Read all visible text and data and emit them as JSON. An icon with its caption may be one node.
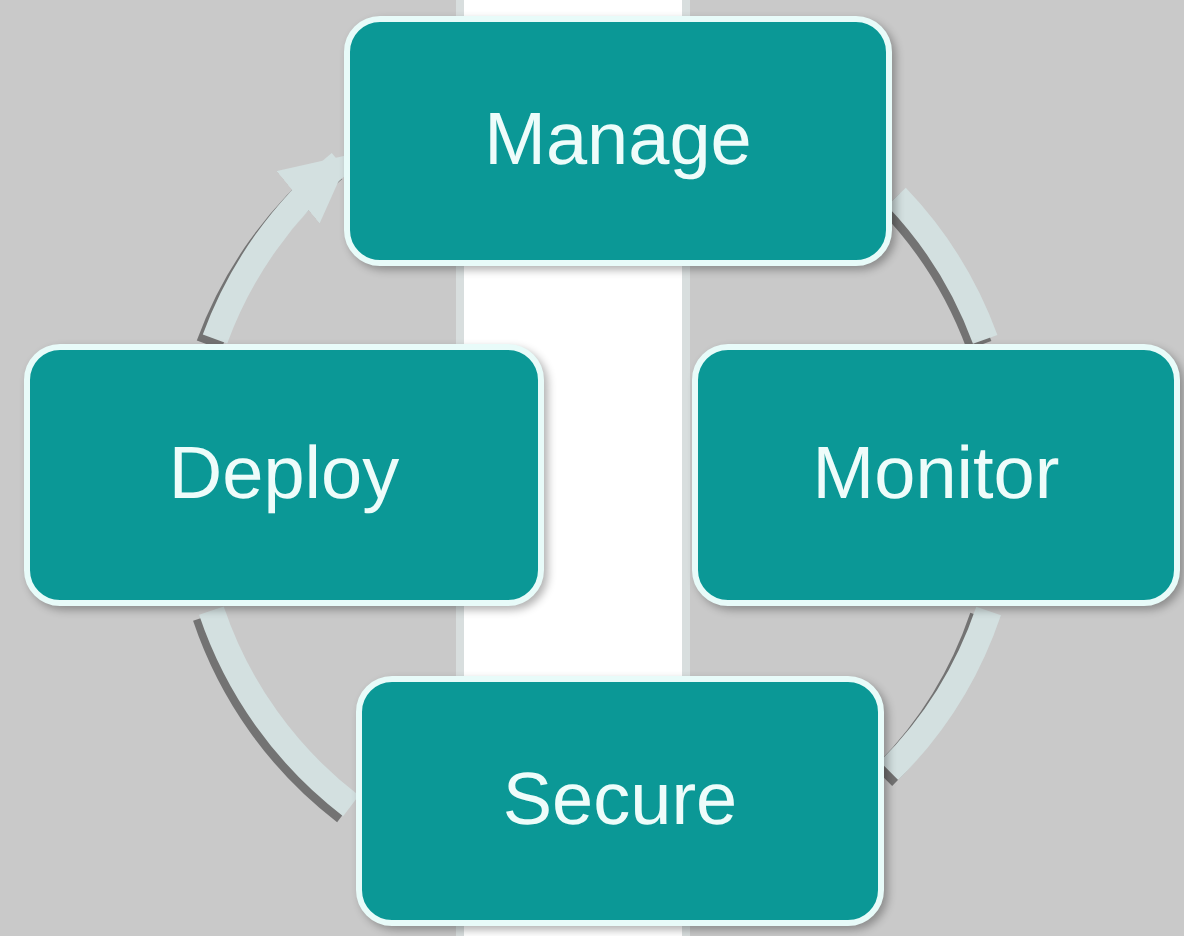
{
  "diagram": {
    "nodes": [
      {
        "text": [
          "Manage"
        ]
      },
      {
        "text": [
          "Deploy"
        ]
      },
      {
        "text": [
          "Monitor"
        ]
      },
      {
        "text": [
          "Secure"
        ]
      }
    ],
    "edges": [
      {
        "from": 0,
        "to": 2,
        "arrow": "none"
      },
      {
        "from": 2,
        "to": 3,
        "arrow": "none"
      },
      {
        "from": 3,
        "to": 1,
        "arrow": "none"
      },
      {
        "from": 1,
        "to": 0,
        "arrow": "to"
      }
    ]
  }
}
